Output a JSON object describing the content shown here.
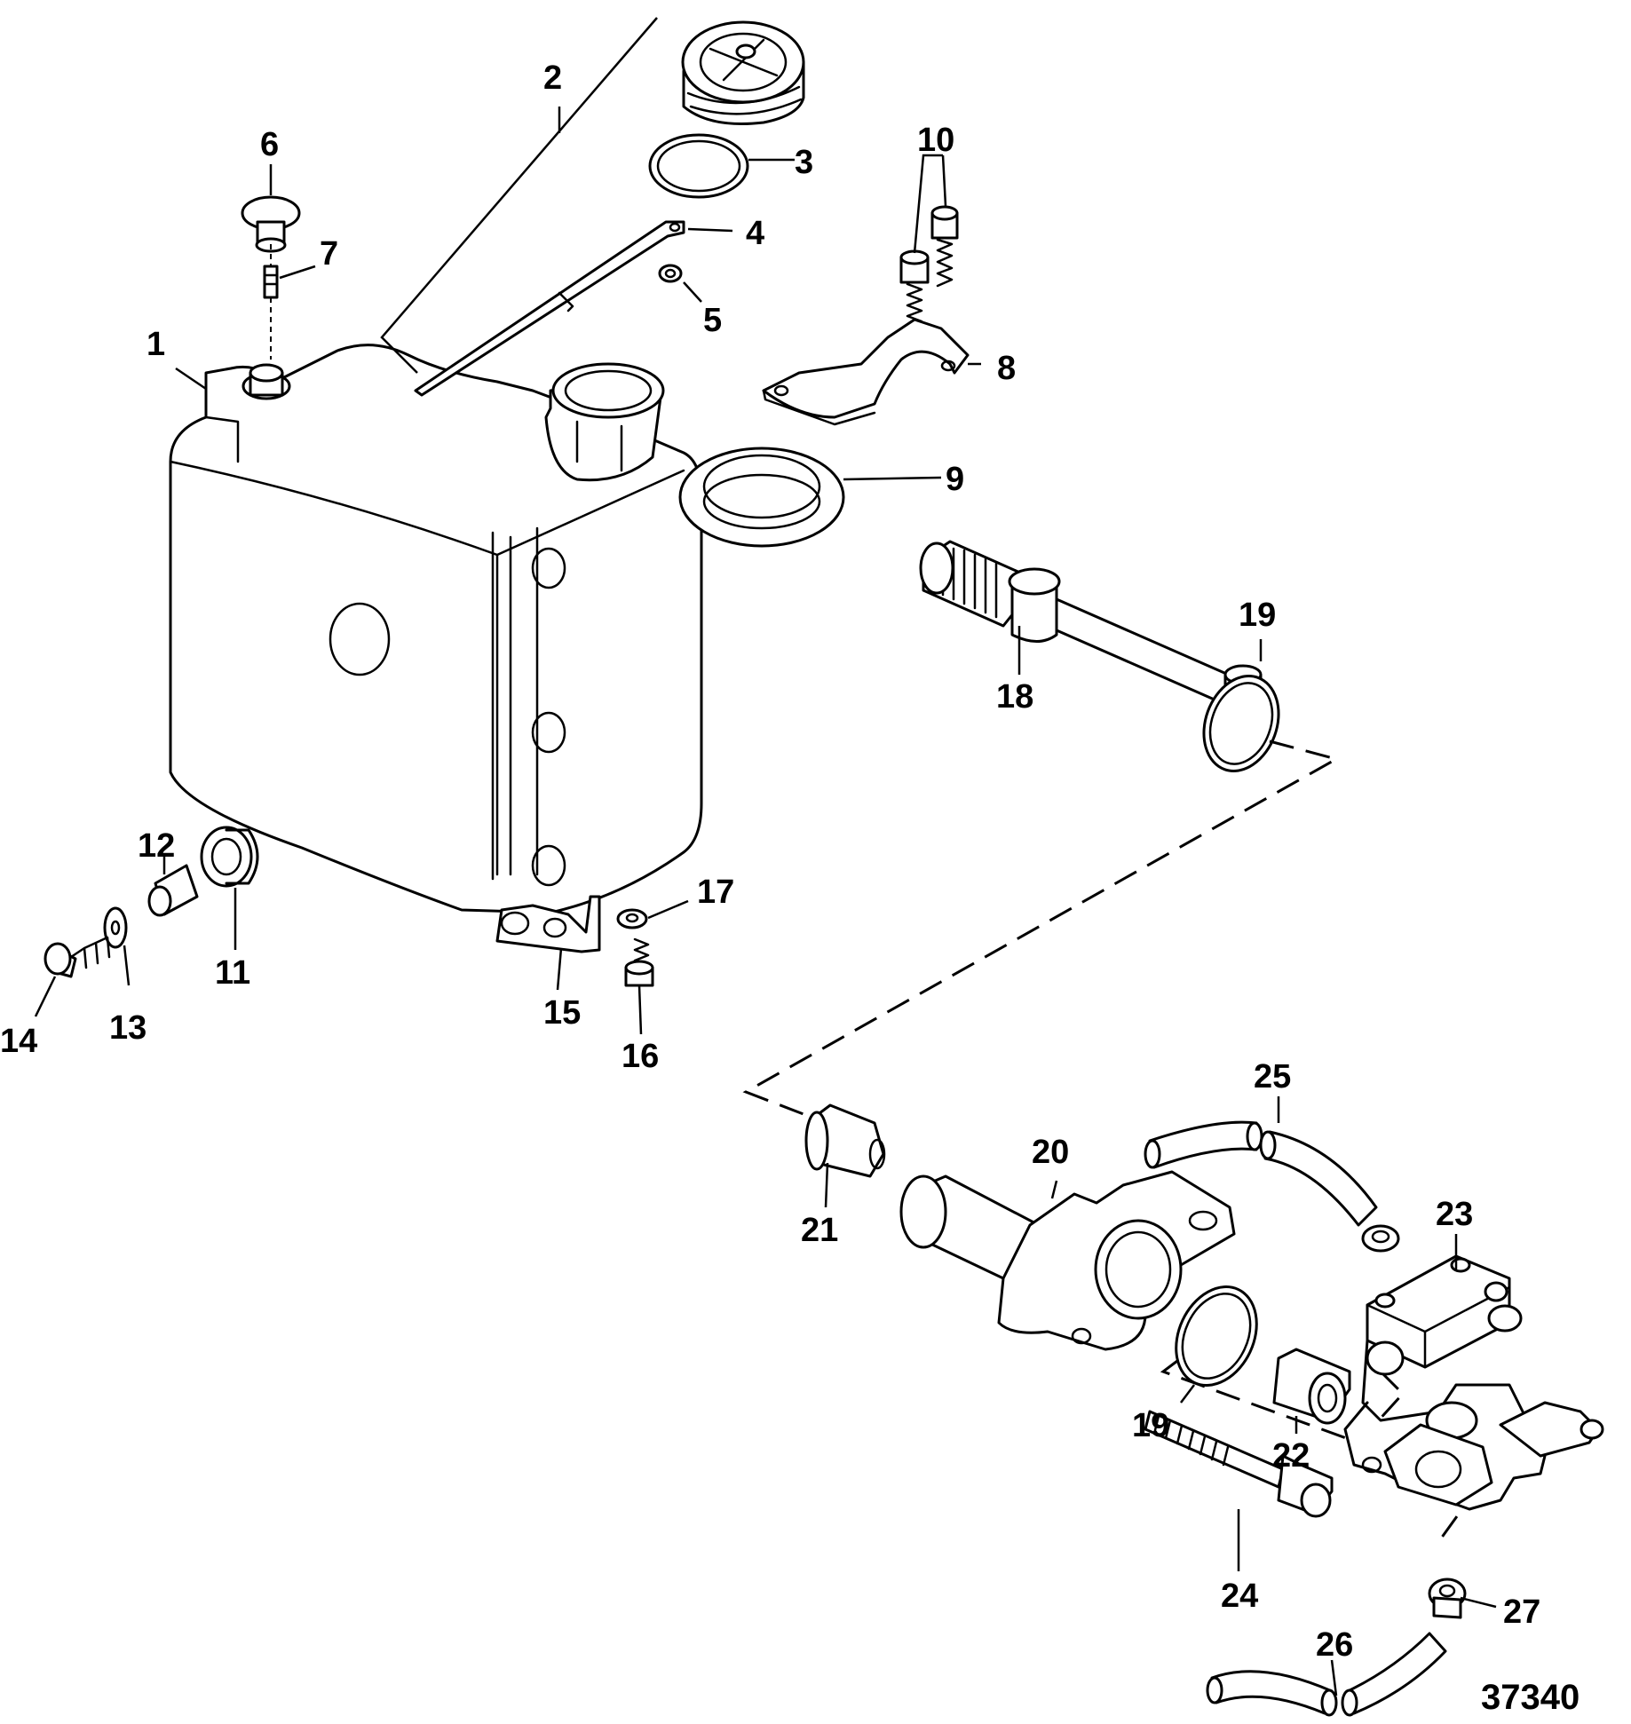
{
  "figure_number": "37340",
  "callouts": [
    {
      "id": "c1",
      "text": "1"
    },
    {
      "id": "c2",
      "text": "2"
    },
    {
      "id": "c3",
      "text": "3"
    },
    {
      "id": "c4",
      "text": "4"
    },
    {
      "id": "c5",
      "text": "5"
    },
    {
      "id": "c6",
      "text": "6"
    },
    {
      "id": "c7",
      "text": "7"
    },
    {
      "id": "c8",
      "text": "8"
    },
    {
      "id": "c9",
      "text": "9"
    },
    {
      "id": "c10",
      "text": "10"
    },
    {
      "id": "c11",
      "text": "11"
    },
    {
      "id": "c12",
      "text": "12"
    },
    {
      "id": "c13",
      "text": "13"
    },
    {
      "id": "c14",
      "text": "14"
    },
    {
      "id": "c15",
      "text": "15"
    },
    {
      "id": "c16",
      "text": "16"
    },
    {
      "id": "c17",
      "text": "17"
    },
    {
      "id": "c18",
      "text": "18"
    },
    {
      "id": "c19a",
      "text": "19"
    },
    {
      "id": "c19b",
      "text": "19"
    },
    {
      "id": "c20",
      "text": "20"
    },
    {
      "id": "c21",
      "text": "21"
    },
    {
      "id": "c22",
      "text": "22"
    },
    {
      "id": "c23",
      "text": "23"
    },
    {
      "id": "c24",
      "text": "24"
    },
    {
      "id": "c25",
      "text": "25"
    },
    {
      "id": "c26",
      "text": "26"
    },
    {
      "id": "c27",
      "text": "27"
    }
  ]
}
